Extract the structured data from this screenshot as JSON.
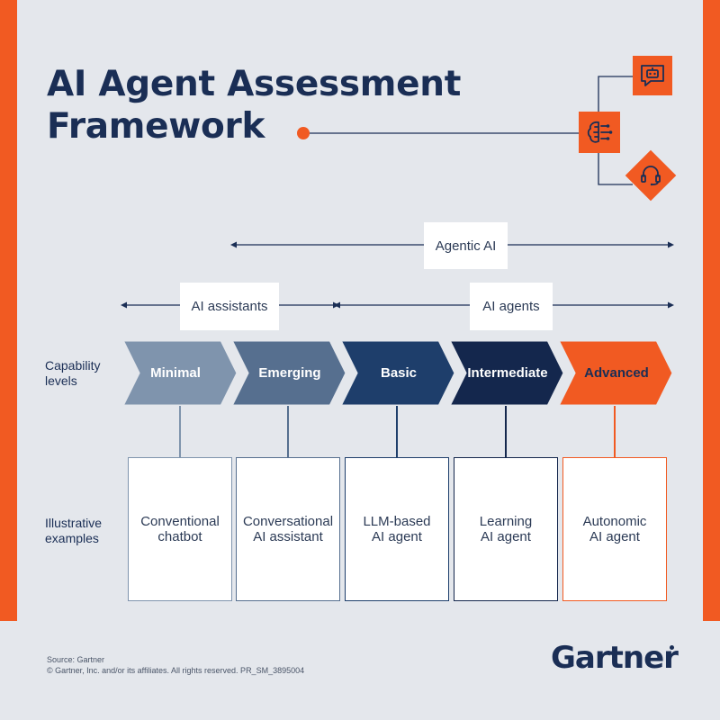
{
  "title": {
    "line1": "AI Agent Assessment",
    "line2": "Framework"
  },
  "icons": {
    "top": "robot-chat-icon",
    "middle": "brain-network-icon",
    "bottom": "headset-icon"
  },
  "spans": {
    "agentic": "Agentic AI",
    "assistants": "AI assistants",
    "agents": "AI agents"
  },
  "row_labels": {
    "capability": "Capability\nlevels",
    "examples": "Illustrative\nexamples"
  },
  "stages": [
    {
      "label": "Minimal",
      "example": "Conventional\nchatbot",
      "color": "#7f94ad"
    },
    {
      "label": "Emerging",
      "example": "Conversational\nAI assistant",
      "color": "#566f8f"
    },
    {
      "label": "Basic",
      "example": "LLM-based\nAI agent",
      "color": "#1e3e6b"
    },
    {
      "label": "Intermediate",
      "example": "Learning\nAI agent",
      "color": "#14274d"
    },
    {
      "label": "Advanced",
      "example": "Autonomic\nAI agent",
      "color": "#f15a22"
    }
  ],
  "colors": {
    "accent": "#f15a22",
    "navy": "#1a2e55",
    "background": "#e4e7ec"
  },
  "footer": {
    "source": "Source: Gartner",
    "copyright": "© Gartner, Inc. and/or its affiliates. All rights reserved. PR_SM_3895004",
    "brand": "Gartner"
  }
}
